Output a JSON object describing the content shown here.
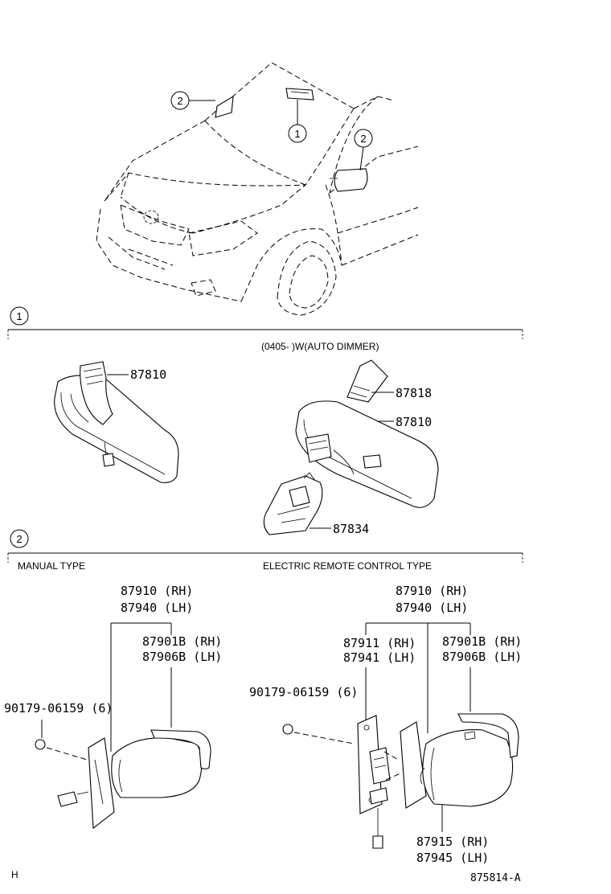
{
  "callouts": {
    "one": "1",
    "two": "2"
  },
  "section1": {
    "variant_note": "(0405-        )W(AUTO DIMMER)",
    "left_mirror_part": "87810",
    "right_cover_part": "87818",
    "right_mirror_part": "87810",
    "right_bracket_part": "87834"
  },
  "section2": {
    "manual_type": "MANUAL TYPE",
    "electric_type": "ELECTRIC REMOTE CONTROL TYPE",
    "manual": {
      "assy_rh": "87910 (RH)",
      "assy_lh": "87940 (LH)",
      "cover_rh": "87901B (RH)",
      "cover_lh": "87906B (LH)",
      "screw": "90179-06159 (6)"
    },
    "electric": {
      "assy_rh": "87910 (RH)",
      "assy_lh": "87940 (LH)",
      "cover_rh": "87901B (RH)",
      "cover_lh": "87906B (LH)",
      "base_rh": "87911 (RH)",
      "base_lh": "87941 (LH)",
      "screw": "90179-06159 (6)",
      "outer_rh": "87915 (RH)",
      "outer_lh": "87945 (LH)"
    }
  },
  "footer": {
    "left_mark": "H",
    "drawing_no": "875814-A"
  }
}
